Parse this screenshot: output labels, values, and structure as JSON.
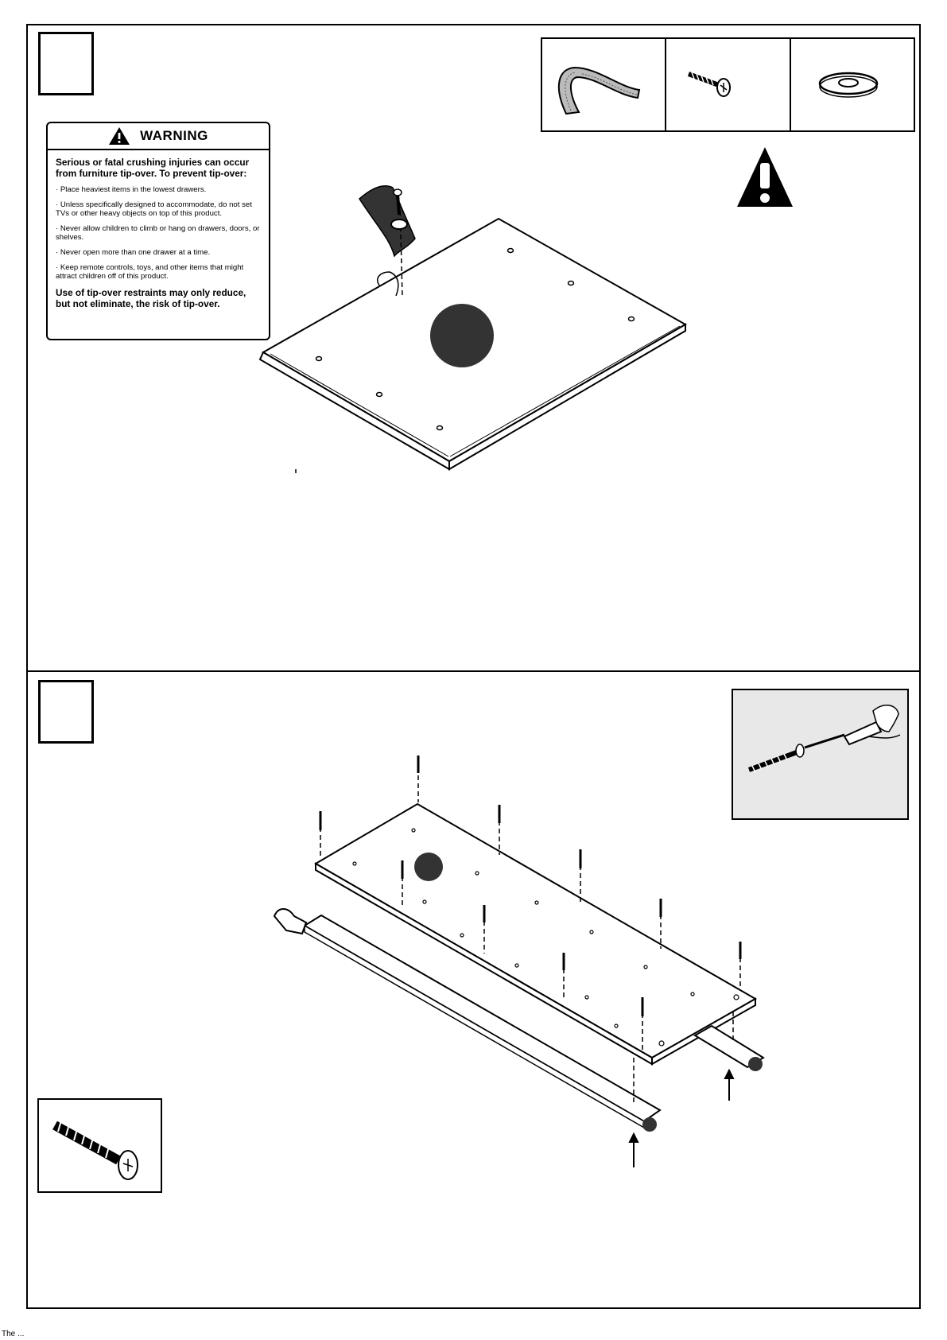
{
  "warning": {
    "title": "WARNING",
    "lead": "Serious or fatal crushing injuries can occur from furniture tip-over. To prevent tip-over:",
    "items": [
      "· Place heaviest items in the lowest drawers.",
      "· Unless specifically designed to accommodate, do not set TVs or other heavy objects on top of this product.",
      "· Never allow children to climb or hang on drawers, doors, or shelves.",
      "· Never open more than one drawer at a time.",
      "· Keep remote controls, toys, and other items that might attract children off of this product."
    ],
    "foot": "Use of tip-over restraints may only reduce, but not eliminate, the risk of tip-over."
  },
  "parts": [
    "strap-icon",
    "screw-icon",
    "washer-icon"
  ],
  "footer": "The ..."
}
